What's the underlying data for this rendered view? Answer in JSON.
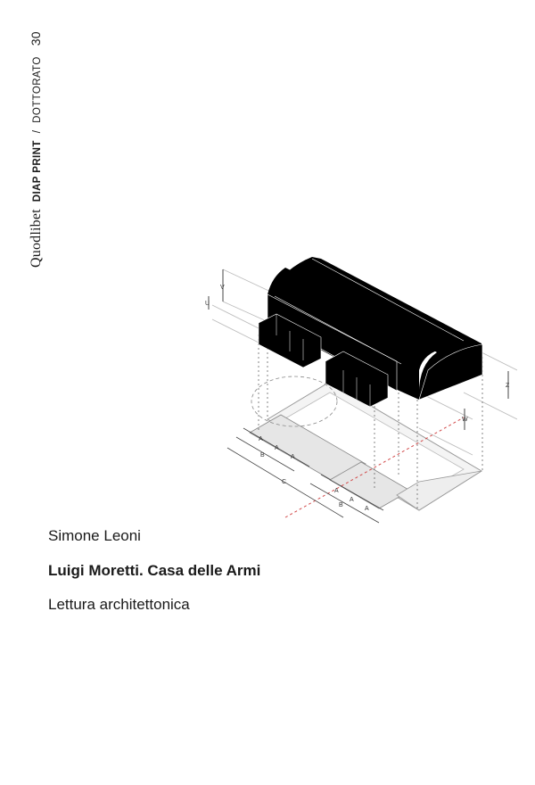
{
  "spine": {
    "publisher": "Quodlibet",
    "series": "DIAP PRINT",
    "separator": "/",
    "subseries": "DOTTORATO",
    "number": "30"
  },
  "figure": {
    "description": "Axonometric exploded drawing of the Casa delle Armi with dimension labels",
    "labels": {
      "v": "V",
      "u": "U",
      "z": "Z",
      "w": "W",
      "a": "A",
      "b": "B",
      "c": "C"
    },
    "colors": {
      "mass": "#000000",
      "axis": "#d24a4a",
      "lines": "#555555"
    }
  },
  "book": {
    "author": "Simone Leoni",
    "title": "Luigi Moretti. Casa delle Armi",
    "subtitle": "Lettura architettonica"
  }
}
